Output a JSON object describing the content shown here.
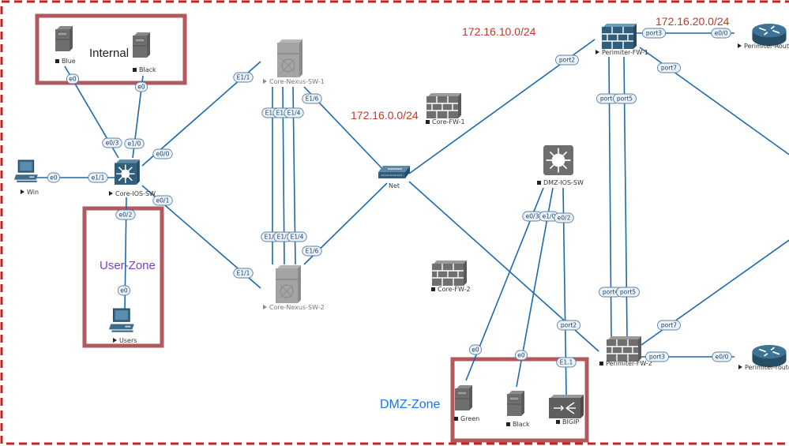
{
  "title": "Network Topology",
  "colors": {
    "link": "#1a6aaf",
    "subnet_text": "#c0392b",
    "zone_border": "#b05a5e",
    "outer_border": "#cc1f1f",
    "user_zone_text": "#7b3fd6",
    "dmz_zone_text": "#1e73e6",
    "internal_zone_text": "#222222"
  },
  "zones": {
    "internal": "Internal",
    "user": "User-Zone",
    "dmz": "DMZ-Zone"
  },
  "subnets": {
    "core": "172.16.0.0/24",
    "perimeter_inside": "172.16.10.0/24",
    "perimeter_outside": "172.16.20.0/24"
  },
  "nodes": {
    "blue": {
      "label": "Blue",
      "icon": "server-icon",
      "state": "stopped"
    },
    "black_internal": {
      "label": "Black",
      "icon": "server-icon",
      "state": "stopped"
    },
    "win": {
      "label": "Win",
      "icon": "workstation-icon",
      "state": "running"
    },
    "core_ios_sw": {
      "label": "Core-IOS-SW",
      "icon": "l3-switch-icon",
      "state": "running"
    },
    "users": {
      "label": "Users",
      "icon": "workstation-icon",
      "state": "running"
    },
    "core_nexus_1": {
      "label": "Core-Nexus-SW-1",
      "icon": "nexus-switch-icon",
      "state": "running"
    },
    "core_nexus_2": {
      "label": "Core-Nexus-SW-2",
      "icon": "nexus-switch-icon",
      "state": "running"
    },
    "net": {
      "label": "Net",
      "icon": "hub-icon",
      "state": "none"
    },
    "core_fw_1": {
      "label": "Core-FW-1",
      "icon": "firewall-icon",
      "state": "stopped"
    },
    "core_fw_2": {
      "label": "Core-FW-2",
      "icon": "firewall-icon",
      "state": "stopped"
    },
    "dmz_ios_sw": {
      "label": "DMZ-IOS-SW",
      "icon": "l3-switch-icon",
      "state": "stopped"
    },
    "perimeter_fw_1": {
      "label": "Perimiter-FW-1",
      "icon": "firewall-icon",
      "state": "running"
    },
    "perimeter_fw_2": {
      "label": "Perimiter-FW-2",
      "icon": "firewall-icon",
      "state": "stopped"
    },
    "perimeter_router_1": {
      "label": "Perimiter-Router",
      "icon": "router-icon",
      "state": "running"
    },
    "perimeter_router_2": {
      "label": "Perimiter-router",
      "icon": "router-icon",
      "state": "running"
    },
    "green": {
      "label": "Green",
      "icon": "server-icon",
      "state": "stopped"
    },
    "black_dmz": {
      "label": "Black",
      "icon": "server-icon",
      "state": "stopped"
    },
    "bigip": {
      "label": "BIGIP",
      "icon": "load-balancer-icon",
      "state": "stopped"
    }
  },
  "ports": {
    "blue_e0": "e0",
    "black_e0": "e0",
    "sw_e0_3": "e0/3",
    "sw_e1_0": "e1/0",
    "sw_e0_0": "e0/0",
    "sw_e1_1": "e1/1",
    "win_e0": "e0",
    "sw_e0_1": "e0/1",
    "sw_e0_2": "e0/2",
    "users_e0": "e0",
    "n1_e1_1": "E1/1",
    "n1_e1_2": "E1/2",
    "n1_e1_3": "E1/3",
    "n1_e1_4": "E1/4",
    "n1_e1_6": "E1/6",
    "n2_e1_1": "E1/1",
    "n2_e1_2": "E1/2",
    "n2_e1_3": "E1/3",
    "n2_e1_4": "E1/4",
    "n2_e1_6": "E1/6",
    "pfw1_port2": "port2",
    "pfw1_port3": "port3",
    "pr1_e0_0": "e0/0",
    "pfw1_port7": "port7",
    "pfw1_port4": "port4",
    "pfw1_port5": "port5",
    "pfw2_port4": "port4",
    "pfw2_port5": "port5",
    "pfw2_port2": "port2",
    "pfw2_port7": "port7",
    "pfw2_port3": "port3",
    "pr2_e0_0": "e0/0",
    "dmz_e0_3": "e0/3",
    "dmz_e1_0": "e1/0",
    "dmz_e0_2": "e0/2",
    "green_e0": "e0",
    "blackdmz_e0": "e0",
    "bigip_e1_1": "E1.1"
  }
}
